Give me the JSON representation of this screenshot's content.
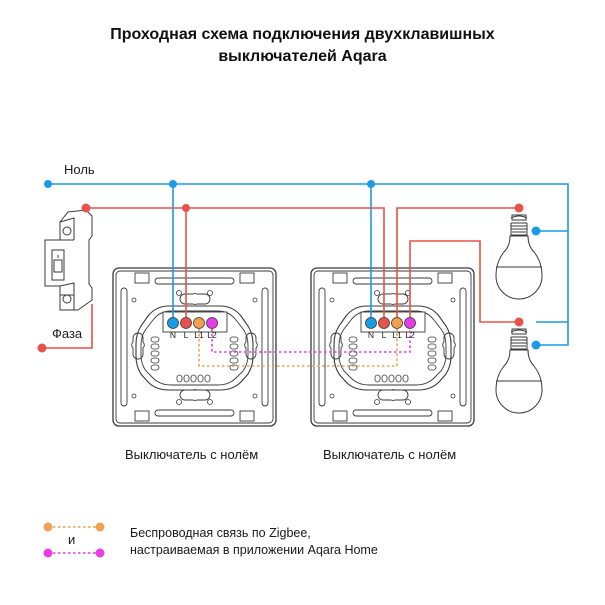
{
  "title": {
    "line1": "Проходная схема подключения двухклавишных",
    "line2": "выключателей Aqara"
  },
  "labels": {
    "neutral": "Ноль",
    "phase": "Фаза"
  },
  "switches": [
    {
      "caption": "Выключатель с нолём",
      "terminals": [
        "N",
        "L",
        "L1",
        "L2"
      ]
    },
    {
      "caption": "Выключатель с нолём",
      "terminals": [
        "N",
        "L",
        "L1",
        "L2"
      ]
    }
  ],
  "legend": {
    "and": "и",
    "line1": "Беспроводная связь по Zigbee,",
    "line2": "настраиваемая в приложении Aqara Home"
  },
  "colors": {
    "neutral": "#1a9be6",
    "phase": "#e8524a",
    "l1_wireless": "#f0a050",
    "l2_wireless": "#e83ce8",
    "outline": "#3a3a3a"
  },
  "icons": {
    "breaker": "circuit-breaker-icon",
    "bulb": "light-bulb-icon",
    "switch": "switch-backplate-icon"
  }
}
